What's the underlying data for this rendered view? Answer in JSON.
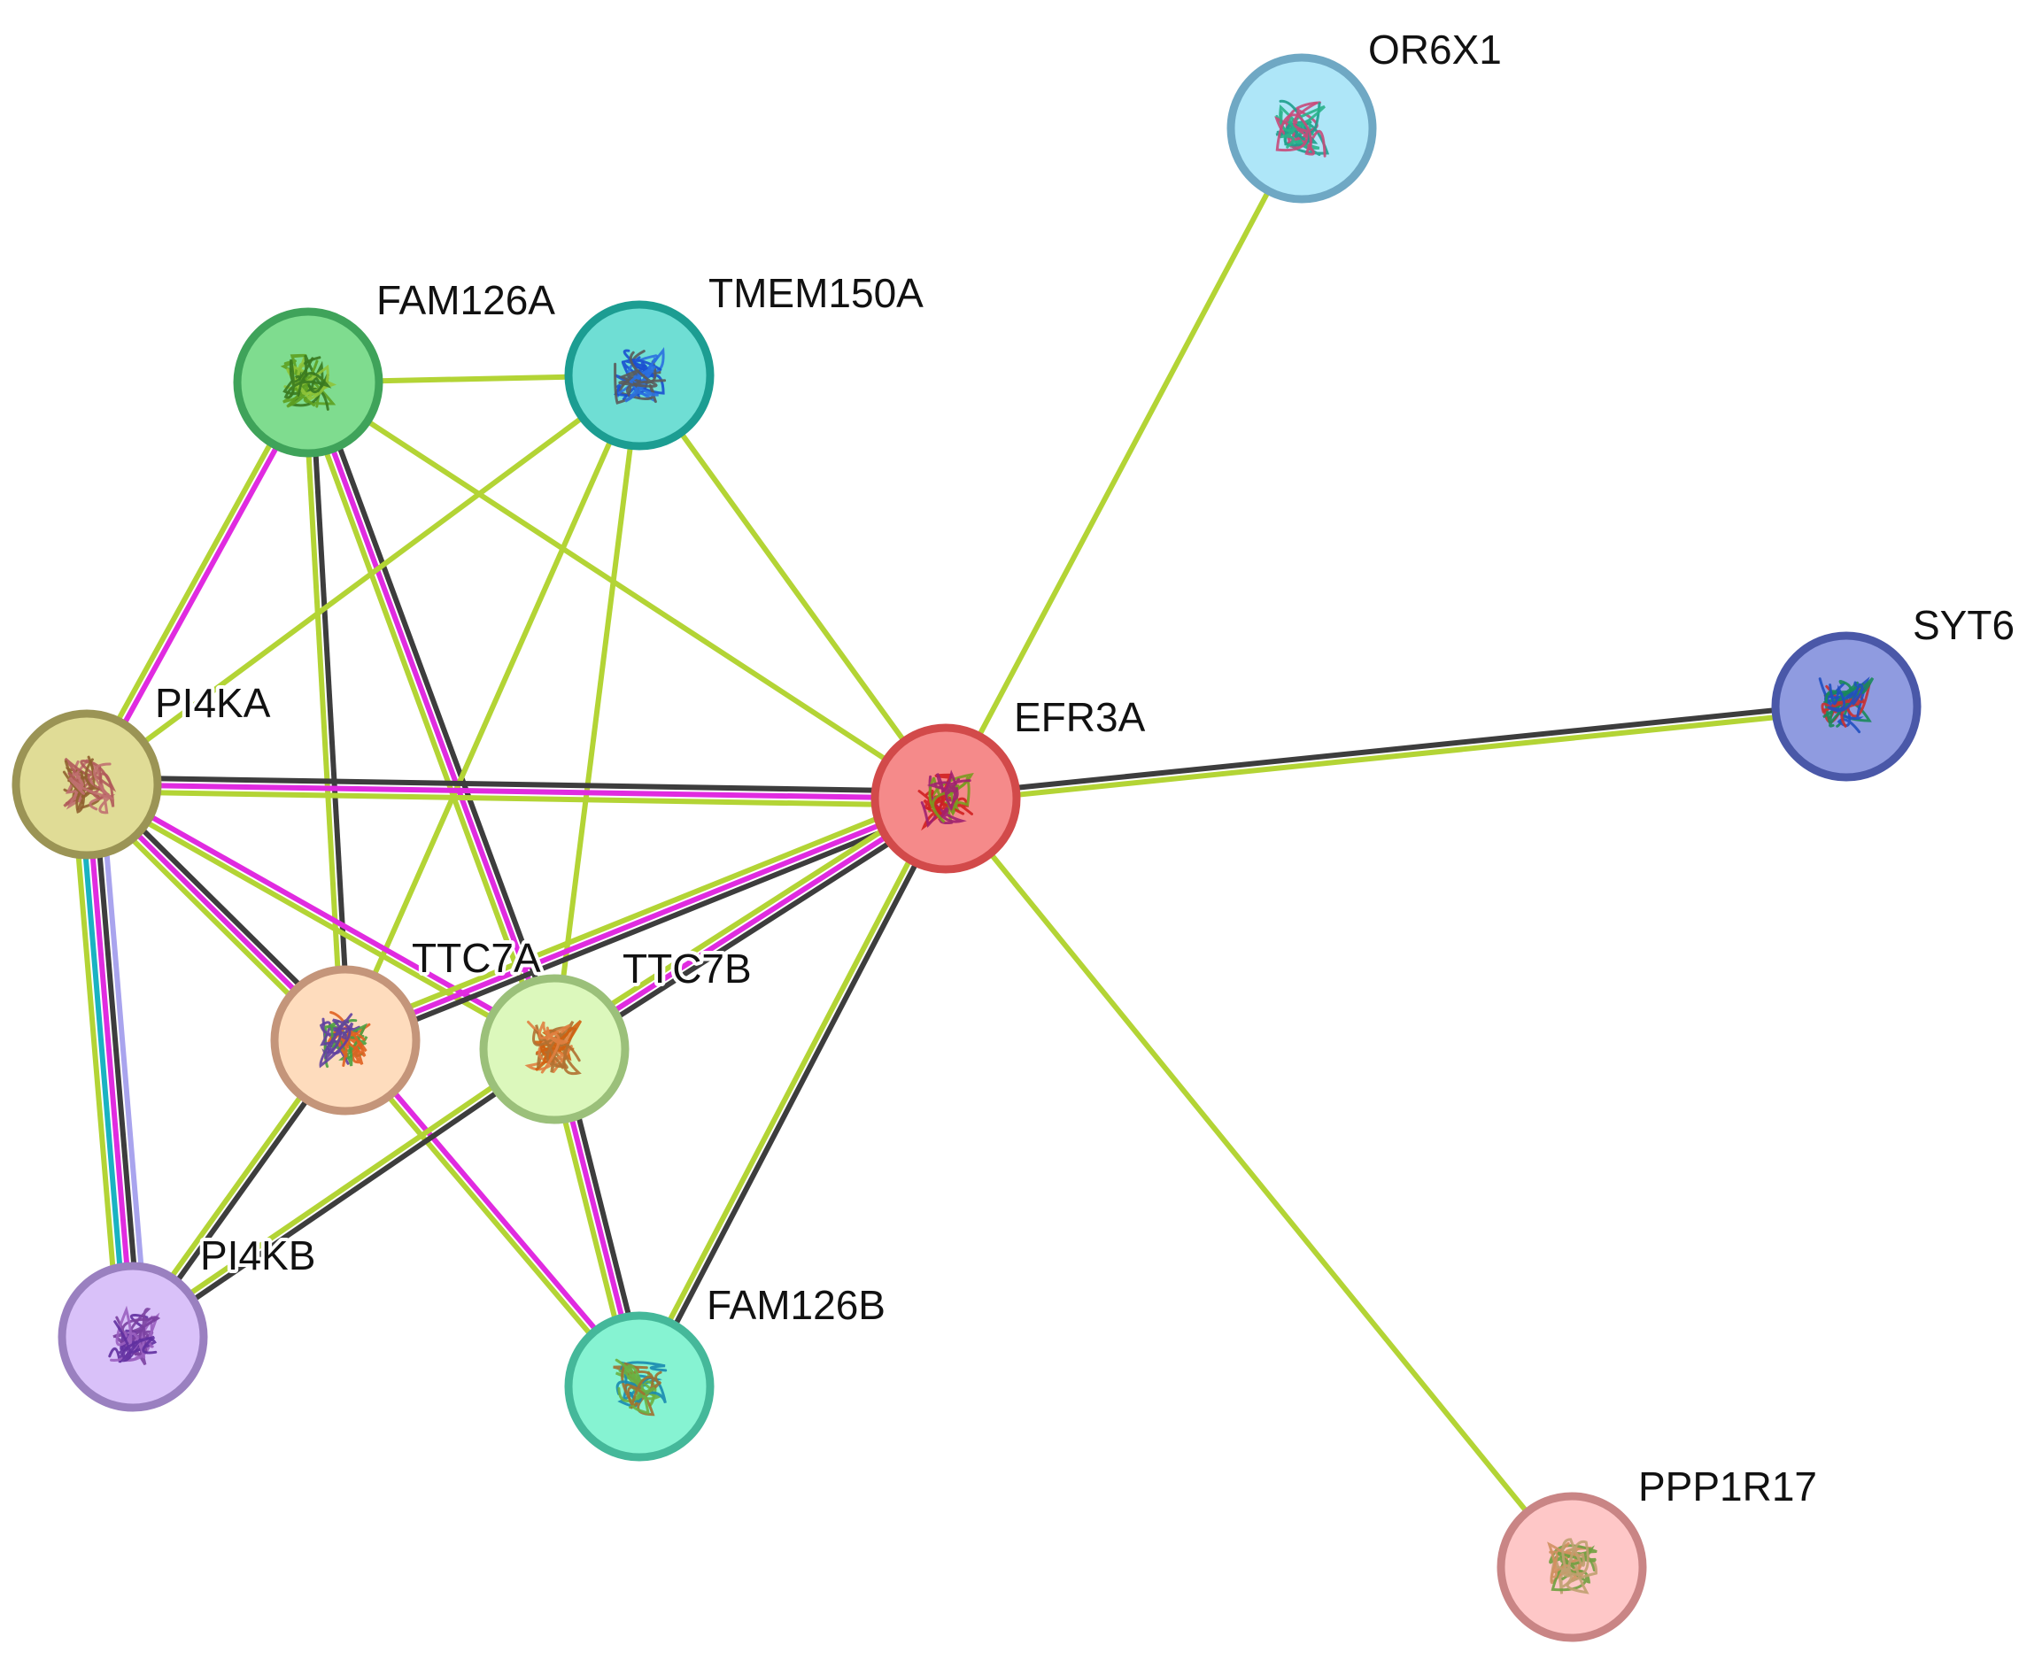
{
  "colors": {
    "textmining": "#b3d435",
    "coexpression": "#3d3d3d",
    "experiments": "#e02be0",
    "database": "#1ab3c2",
    "homology": "#a9a4ee"
  },
  "nodes": [
    {
      "id": "OR6X1",
      "label": "OR6X1",
      "fill": "#aee6f8",
      "stroke": "#6fa8c4",
      "structure": [
        "#1e9f8c",
        "#2ab38a",
        "#c84a7a"
      ]
    },
    {
      "id": "FAM126A",
      "label": "FAM126A",
      "fill": "#7fdc8f",
      "stroke": "#3fa35a",
      "structure": [
        "#5ea020",
        "#8fc43a",
        "#3a7a20"
      ]
    },
    {
      "id": "TMEM150A",
      "label": "TMEM150A",
      "fill": "#6fded4",
      "stroke": "#1c9d92",
      "structure": [
        "#1a4fd0",
        "#2a70e0",
        "#5a5a5a"
      ]
    },
    {
      "id": "SYT6",
      "label": "SYT6",
      "fill": "#8f9be0",
      "stroke": "#4a58a8",
      "structure": [
        "#1a8a5a",
        "#c83030",
        "#2050c0"
      ]
    },
    {
      "id": "PI4KA",
      "label": "PI4KA",
      "fill": "#e0dc96",
      "stroke": "#9b9455",
      "structure": [
        "#b05a5a",
        "#906030",
        "#c07070"
      ]
    },
    {
      "id": "EFR3A",
      "label": "EFR3A",
      "fill": "#f58a8a",
      "stroke": "#d24a4a",
      "structure": [
        "#d02020",
        "#7a9a20",
        "#a02070"
      ]
    },
    {
      "id": "TTC7A",
      "label": "TTC7A",
      "fill": "#fedcbd",
      "stroke": "#c4957a",
      "structure": [
        "#4aa040",
        "#e06020",
        "#6040a0"
      ]
    },
    {
      "id": "TTC7B",
      "label": "TTC7B",
      "fill": "#dcf8bc",
      "stroke": "#9bc07a",
      "structure": [
        "#d06010",
        "#b07030",
        "#e08040"
      ]
    },
    {
      "id": "PI4KB",
      "label": "PI4KB",
      "fill": "#d9c1f9",
      "stroke": "#9a80c0",
      "structure": [
        "#7a40a0",
        "#9a60c0",
        "#6030a0"
      ]
    },
    {
      "id": "FAM126B",
      "label": "FAM126B",
      "fill": "#86f3d2",
      "stroke": "#45b89a",
      "structure": [
        "#1a8ab0",
        "#6ab040",
        "#a07030"
      ]
    },
    {
      "id": "PPP1R17",
      "label": "PPP1R17",
      "fill": "#fec7c7",
      "stroke": "#c98585",
      "structure": [
        "#d09060",
        "#70a040",
        "#c0a070"
      ]
    }
  ],
  "edges": [
    {
      "source": "OR6X1",
      "target": "EFR3A",
      "evidence": [
        "textmining"
      ]
    },
    {
      "source": "EFR3A",
      "target": "SYT6",
      "evidence": [
        "coexpression",
        "textmining"
      ]
    },
    {
      "source": "EFR3A",
      "target": "PPP1R17",
      "evidence": [
        "textmining"
      ]
    },
    {
      "source": "FAM126A",
      "target": "TMEM150A",
      "evidence": [
        "textmining"
      ]
    },
    {
      "source": "FAM126A",
      "target": "PI4KA",
      "evidence": [
        "experiments",
        "textmining"
      ]
    },
    {
      "source": "FAM126A",
      "target": "EFR3A",
      "evidence": [
        "textmining"
      ]
    },
    {
      "source": "FAM126A",
      "target": "TTC7A",
      "evidence": [
        "coexpression",
        "textmining"
      ]
    },
    {
      "source": "FAM126A",
      "target": "TTC7B",
      "evidence": [
        "coexpression",
        "experiments",
        "textmining"
      ]
    },
    {
      "source": "TMEM150A",
      "target": "PI4KA",
      "evidence": [
        "textmining"
      ]
    },
    {
      "source": "TMEM150A",
      "target": "EFR3A",
      "evidence": [
        "textmining"
      ]
    },
    {
      "source": "TMEM150A",
      "target": "TTC7A",
      "evidence": [
        "textmining"
      ]
    },
    {
      "source": "TMEM150A",
      "target": "TTC7B",
      "evidence": [
        "textmining"
      ]
    },
    {
      "source": "PI4KA",
      "target": "EFR3A",
      "evidence": [
        "coexpression",
        "experiments",
        "textmining"
      ]
    },
    {
      "source": "PI4KA",
      "target": "TTC7A",
      "evidence": [
        "coexpression",
        "experiments",
        "textmining"
      ]
    },
    {
      "source": "PI4KA",
      "target": "TTC7B",
      "evidence": [
        "experiments",
        "textmining"
      ]
    },
    {
      "source": "PI4KA",
      "target": "PI4KB",
      "evidence": [
        "homology",
        "coexpression",
        "experiments",
        "database",
        "textmining"
      ]
    },
    {
      "source": "EFR3A",
      "target": "TTC7A",
      "evidence": [
        "coexpression",
        "experiments",
        "textmining"
      ]
    },
    {
      "source": "EFR3A",
      "target": "TTC7B",
      "evidence": [
        "coexpression",
        "experiments",
        "textmining"
      ]
    },
    {
      "source": "EFR3A",
      "target": "FAM126B",
      "evidence": [
        "coexpression",
        "textmining"
      ]
    },
    {
      "source": "TTC7A",
      "target": "PI4KB",
      "evidence": [
        "coexpression",
        "textmining"
      ]
    },
    {
      "source": "TTC7A",
      "target": "FAM126B",
      "evidence": [
        "experiments",
        "textmining"
      ]
    },
    {
      "source": "TTC7B",
      "target": "PI4KB",
      "evidence": [
        "coexpression",
        "textmining"
      ]
    },
    {
      "source": "TTC7B",
      "target": "FAM126B",
      "evidence": [
        "coexpression",
        "experiments",
        "textmining"
      ]
    }
  ]
}
